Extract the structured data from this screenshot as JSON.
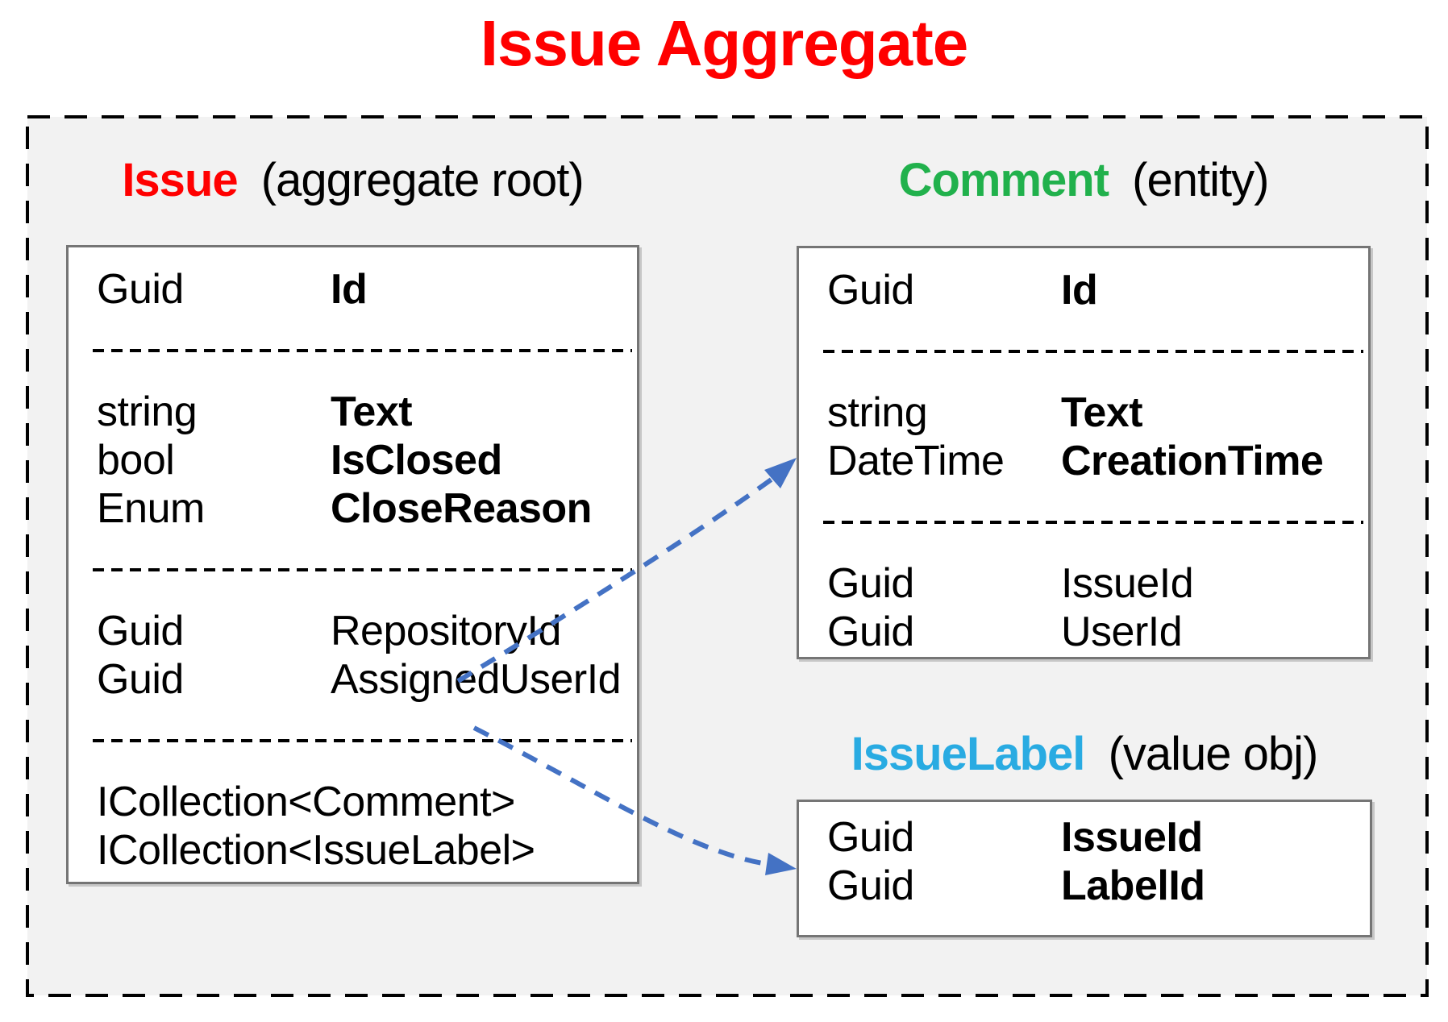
{
  "title": "Issue Aggregate",
  "colors": {
    "title": "#FF0000",
    "issue_name": "#FF0000",
    "comment_name": "#21B14C",
    "issuelabel_name": "#29ABE2",
    "arrow": "#4472C4",
    "boundary_border": "#000000",
    "boundary_bg": "#F2F2F2"
  },
  "entities": [
    {
      "id": "issue",
      "name": "Issue",
      "qualifier": "(aggregate root)",
      "rows": [
        {
          "kind": "field",
          "type": "Guid",
          "name": "Id",
          "bold": true
        },
        {
          "kind": "divider"
        },
        {
          "kind": "field",
          "type": "string",
          "name": "Text",
          "bold": true
        },
        {
          "kind": "field",
          "type": "bool",
          "name": "IsClosed",
          "bold": true
        },
        {
          "kind": "field",
          "type": "Enum",
          "name": "CloseReason",
          "bold": true
        },
        {
          "kind": "divider"
        },
        {
          "kind": "field",
          "type": "Guid",
          "name": "RepositoryId",
          "bold": false
        },
        {
          "kind": "field",
          "type": "Guid",
          "name": "AssignedUserId",
          "bold": false
        },
        {
          "kind": "divider"
        },
        {
          "kind": "field",
          "type": "ICollection<Comment>",
          "name": "",
          "bold": false
        },
        {
          "kind": "field",
          "type": "ICollection<IssueLabel>",
          "name": "",
          "bold": false
        }
      ]
    },
    {
      "id": "comment",
      "name": "Comment",
      "qualifier": "(entity)",
      "rows": [
        {
          "kind": "field",
          "type": "Guid",
          "name": "Id",
          "bold": true
        },
        {
          "kind": "divider"
        },
        {
          "kind": "field",
          "type": "string",
          "name": "Text",
          "bold": true
        },
        {
          "kind": "field",
          "type": "DateTime",
          "name": "CreationTime",
          "bold": true
        },
        {
          "kind": "divider"
        },
        {
          "kind": "field",
          "type": "Guid",
          "name": "IssueId",
          "bold": false
        },
        {
          "kind": "field",
          "type": "Guid",
          "name": "UserId",
          "bold": false
        }
      ]
    },
    {
      "id": "issuelabel",
      "name": "IssueLabel",
      "qualifier": "(value obj)",
      "rows": [
        {
          "kind": "field",
          "type": "Guid",
          "name": "IssueId",
          "bold": true
        },
        {
          "kind": "field",
          "type": "Guid",
          "name": "LabelId",
          "bold": true
        }
      ]
    }
  ],
  "arrows": [
    {
      "from": "ICollection<Comment>",
      "to": "Comment"
    },
    {
      "from": "ICollection<IssueLabel>",
      "to": "IssueLabel"
    }
  ]
}
